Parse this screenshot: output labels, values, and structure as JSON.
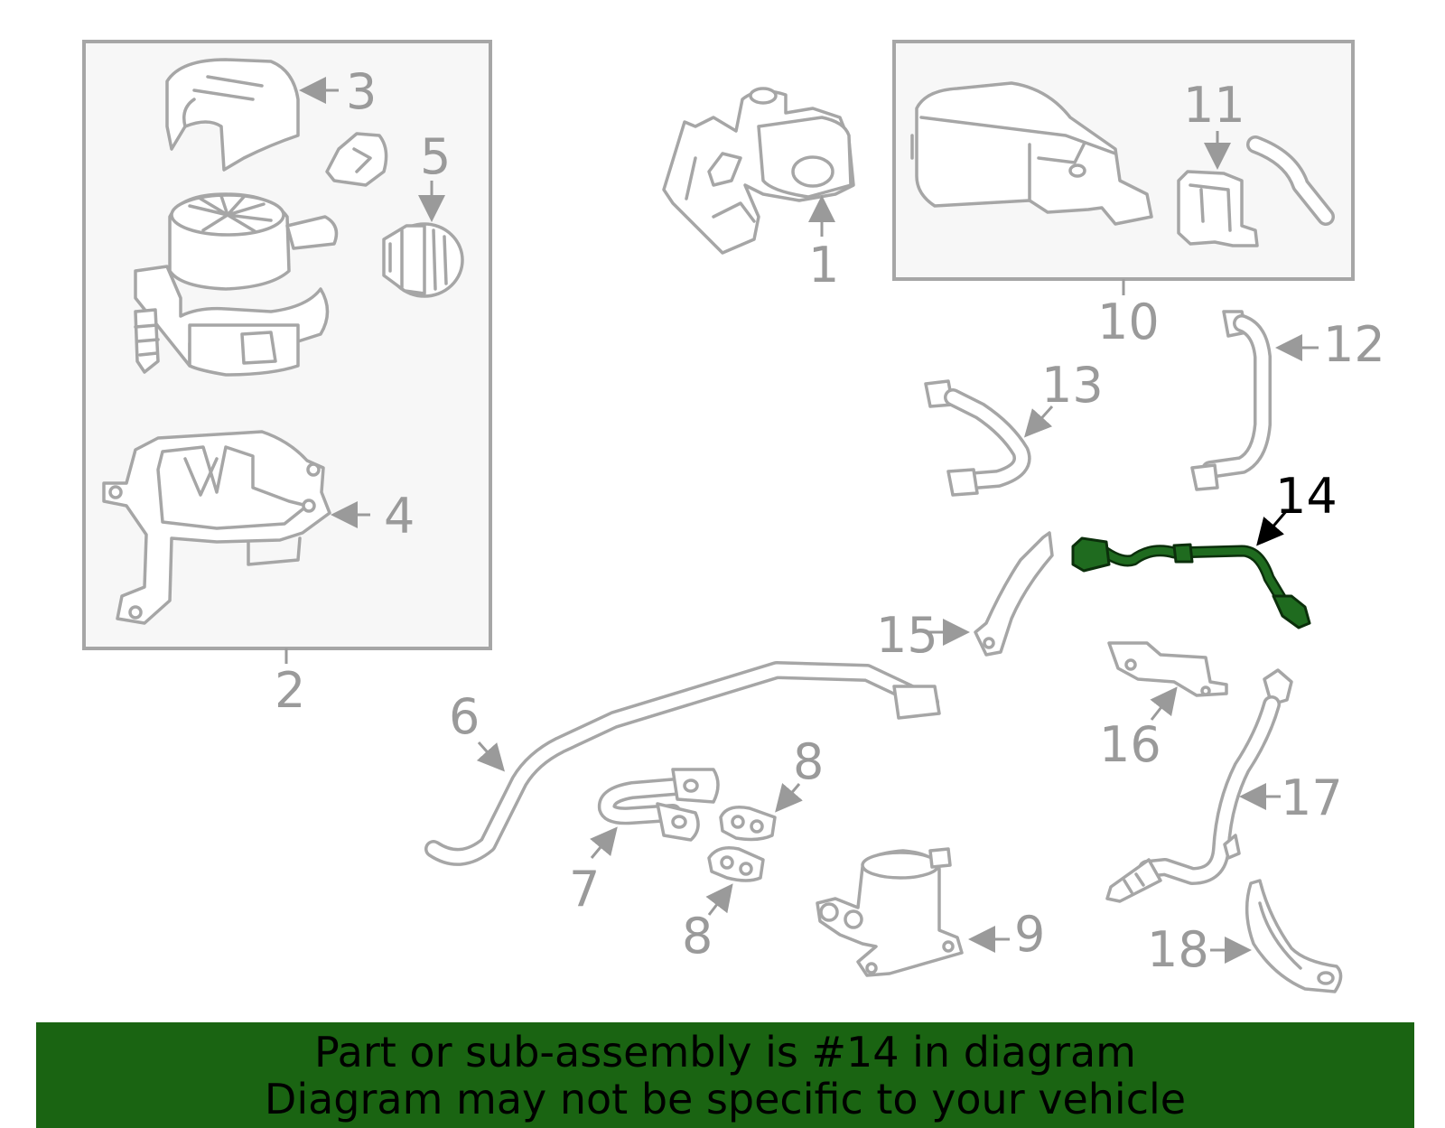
{
  "highlight_color": "#1a6412",
  "highlighted_part": "14",
  "callouts": [
    "1",
    "2",
    "3",
    "4",
    "5",
    "6",
    "7",
    "8",
    "8",
    "9",
    "10",
    "11",
    "12",
    "13",
    "14",
    "15",
    "16",
    "17",
    "18"
  ],
  "banner": {
    "line1": "Part or sub-assembly is #14 in diagram",
    "line2": "Diagram may not be specific to your vehicle"
  }
}
